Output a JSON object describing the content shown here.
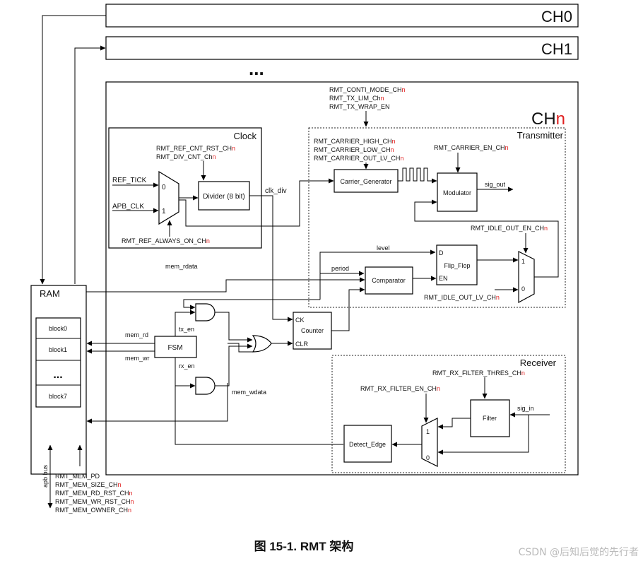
{
  "channels": {
    "ch0": "CH0",
    "ch1": "CH1",
    "ellipsis": "...",
    "chn_prefix": "CH",
    "chn_suffix": "n"
  },
  "regs_top": {
    "conti_mode": "RMT_CONTI_MODE_CH",
    "tx_lim": "RMT_TX_LIM_Ch",
    "tx_wrap": "RMT_TX_WRAP_EN",
    "n": "n"
  },
  "clock": {
    "title": "Clock",
    "ref_cnt_rst": "RMT_REF_CNT_RST_CH",
    "div_cnt": "RMT_DIV_CNT_Ch",
    "ref_tick": "REF_TICK",
    "apb_clk": "APB_CLK",
    "mux_in0": "0",
    "mux_in1": "1",
    "divider": "Divider (8 bit)",
    "always_on": "RMT_REF_ALWAYS_ON_CH",
    "clk_div": "clk_div",
    "n": "n"
  },
  "transmitter": {
    "title": "Transmitter",
    "carrier_high": "RMT_CARRIER_HIGH_CH",
    "carrier_low": "RMT_CARRIER_LOW_CH",
    "carrier_out_lv": "RMT_CARRIER_OUT_LV_CH",
    "carrier_gen": "Carrier_Generator",
    "carrier_en": "RMT_CARRIER_EN_CH",
    "modulator": "Modulator",
    "sig_out": "sig_out",
    "idle_out_en": "RMT_IDLE_OUT_EN_CH",
    "level": "level",
    "period": "period",
    "flip_d": "D",
    "flip_name": "Flip_Flop",
    "flip_en": "EN",
    "comparator": "Comparator",
    "mux_in1": "1",
    "mux_in0": "0",
    "idle_out_lv": "RMT_IDLE_OUT_LV_CH",
    "n": "n"
  },
  "mem_rdata": "mem_rdata",
  "ram": {
    "title": "RAM",
    "blocks": [
      "block0",
      "block1",
      "...",
      "block7"
    ]
  },
  "fsm": {
    "label": "FSM",
    "mem_rd": "mem_rd",
    "mem_wr": "mem_wr",
    "tx_en": "tx_en",
    "rx_en": "rx_en"
  },
  "counter": {
    "ck": "CK",
    "name": "Counter",
    "clr": "CLR"
  },
  "mem_wdata": "mem_wdata",
  "receiver": {
    "title": "Receiver",
    "filter_thres": "RMT_RX_FILTER_THRES_CH",
    "filter_en": "RMT_RX_FILTER_EN_CH",
    "filter": "Filter",
    "sig_in": "sig_in",
    "detect_edge": "Detect_Edge",
    "mux_in1": "1",
    "mux_in0": "0",
    "n": "n"
  },
  "apb_bus": "apb bus",
  "mem_regs": [
    {
      "text": "RMT_MEM_PD",
      "n": ""
    },
    {
      "text": "RMT_MEM_SIZE_CH",
      "n": "n"
    },
    {
      "text": "RMT_MEM_RD_RST_CH",
      "n": "n"
    },
    {
      "text": "RMT_MEM_WR_RST_CH",
      "n": "n"
    },
    {
      "text": "RMT_MEM_OWNER_CH",
      "n": "n"
    }
  ],
  "caption": "图 15-1. RMT 架构",
  "watermark": "CSDN @后知后觉的先行者"
}
